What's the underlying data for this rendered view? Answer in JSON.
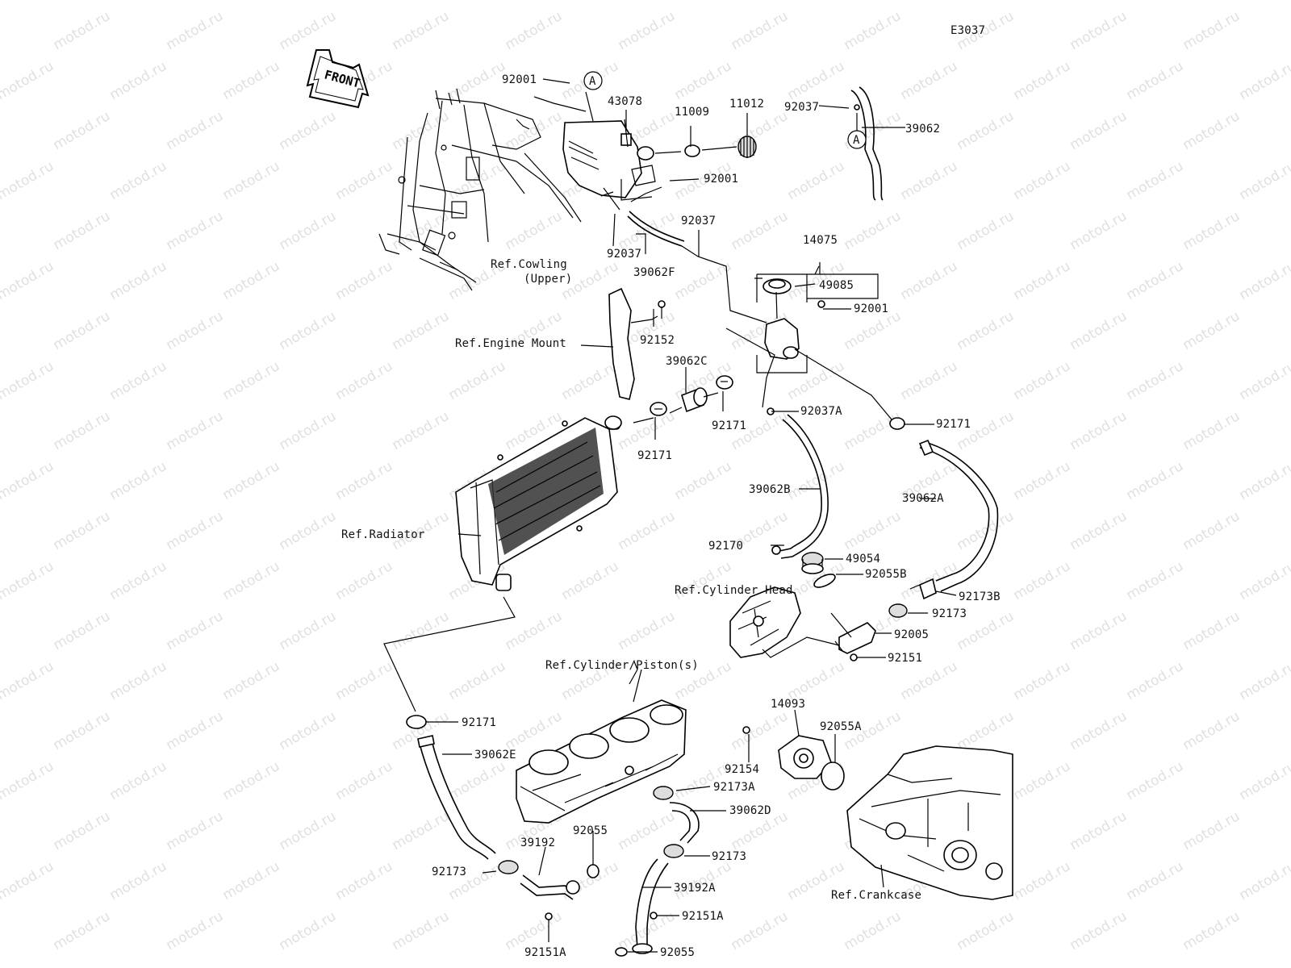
{
  "diagram_code": "E3037",
  "front_label": "FRONT",
  "watermark": "motod.ru",
  "circle_ref": "A",
  "labels": {
    "p92001a": "92001",
    "p43078": "43078",
    "p11009": "11009",
    "p11012": "11012",
    "p92037a": "92037",
    "p39062": "39062",
    "p92001b": "92001",
    "p92037b": "92037",
    "p92037c": "92037",
    "p39062f": "39062F",
    "p14075": "14075",
    "p49085": "49085",
    "p92001c": "92001",
    "p92152": "92152",
    "p39062c": "39062C",
    "p92171a": "92171",
    "p92171b": "92171",
    "p92171c": "92171",
    "p92037d": "92037A",
    "p39062b": "39062B",
    "p39062a": "39062A",
    "p92170": "92170",
    "p49054": "49054",
    "p92055b": "92055B",
    "p92173b": "92173B",
    "p92173a": "92173",
    "p92005": "92005",
    "p92151": "92151",
    "p14093": "14093",
    "p92055a": "92055A",
    "p92154": "92154",
    "p92171d": "92171",
    "p39062e": "39062E",
    "p92173c": "92173A",
    "p39062d": "39062D",
    "p92055c": "92055",
    "p39192": "39192",
    "p92173d": "92173",
    "p92173e": "92173",
    "p39192a": "39192A",
    "p92151a1": "92151A",
    "p92151a2": "92151A",
    "p92055d": "92055"
  },
  "refs": {
    "cowling_1": "Ref.Cowling",
    "cowling_2": "(Upper)",
    "engine_mount": "Ref.Engine Mount",
    "radiator": "Ref.Radiator",
    "cylinder_head": "Ref.Cylinder Head",
    "cylinder_piston": "Ref.Cylinder/Piston(s)",
    "crankcase": "Ref.Crankcase"
  }
}
